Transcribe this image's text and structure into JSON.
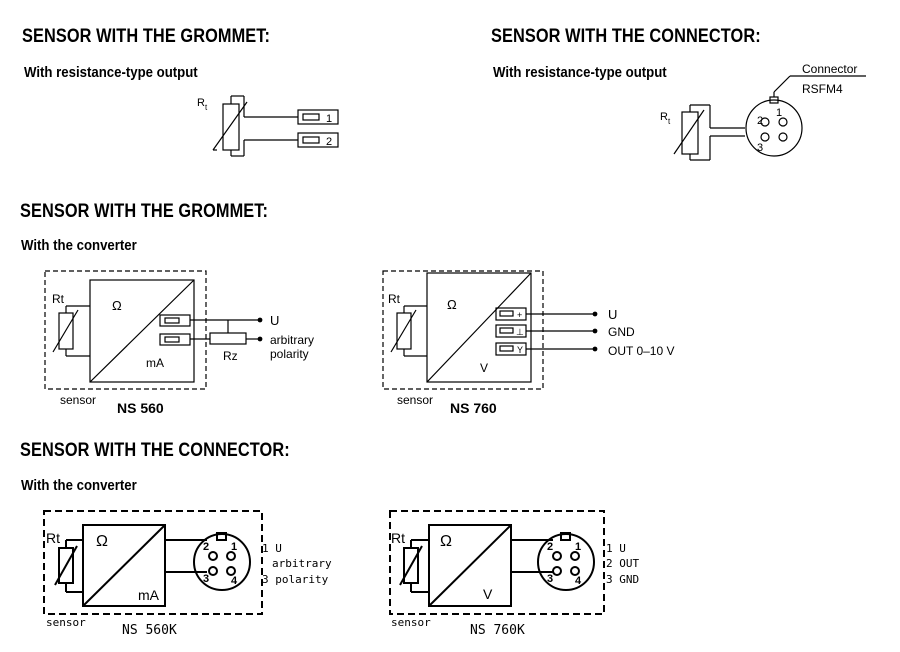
{
  "headings": {
    "grommet_1": "SENSOR WITH THE GROMMET:",
    "connector_1": "SENSOR WITH THE CONNECTOR:",
    "grommet_2": "SENSOR WITH THE GROMMET:",
    "connector_2": "SENSOR WITH THE CONNECTOR:"
  },
  "subheadings": {
    "resistance_1": "With resistance-type output",
    "resistance_2": "With resistance-type output",
    "converter_1": "With the converter",
    "converter_2": "With the converter"
  },
  "resistance_grommet": {
    "rt_label": "R",
    "rt_sub": "t",
    "terminals": [
      "1",
      "2"
    ]
  },
  "resistance_connector": {
    "rt_label": "R",
    "rt_sub": "t",
    "connector_label": "Connector",
    "connector_model": "RSFM4",
    "pins": [
      "2",
      "1",
      "3"
    ]
  },
  "ns560": {
    "rt_label": "Rt",
    "omega": "Ω",
    "output": "mA",
    "signal_u": "U",
    "signal_arb_1": "arbitrary",
    "signal_arb_2": "polarity",
    "resistor_label": "Rz",
    "sensor_label": "sensor",
    "model": "NS 560"
  },
  "ns760": {
    "rt_label": "Rt",
    "omega": "Ω",
    "output": "V",
    "terminal_plus": "+",
    "terminal_gnd": "⊥",
    "terminal_out": "Y",
    "signal_u": "U",
    "signal_gnd": "GND",
    "signal_out": "OUT 0–10 V",
    "sensor_label": "sensor",
    "model": "NS 760"
  },
  "ns560k": {
    "rt_label": "Rt",
    "omega": "Ω",
    "output": "mA",
    "pins": [
      "2",
      "1",
      "3",
      "4"
    ],
    "signal_1": "1 U",
    "signal_2": "arbitrary",
    "signal_3": "3 polarity",
    "sensor_label": "sensor",
    "model": "NS 560K"
  },
  "ns760k": {
    "rt_label": "Rt",
    "omega": "Ω",
    "output": "V",
    "pins": [
      "2",
      "1",
      "3",
      "4"
    ],
    "signal_1": "1 U",
    "signal_2": "2 OUT",
    "signal_3": "3 GND",
    "sensor_label": "sensor",
    "model": "NS 760K"
  }
}
